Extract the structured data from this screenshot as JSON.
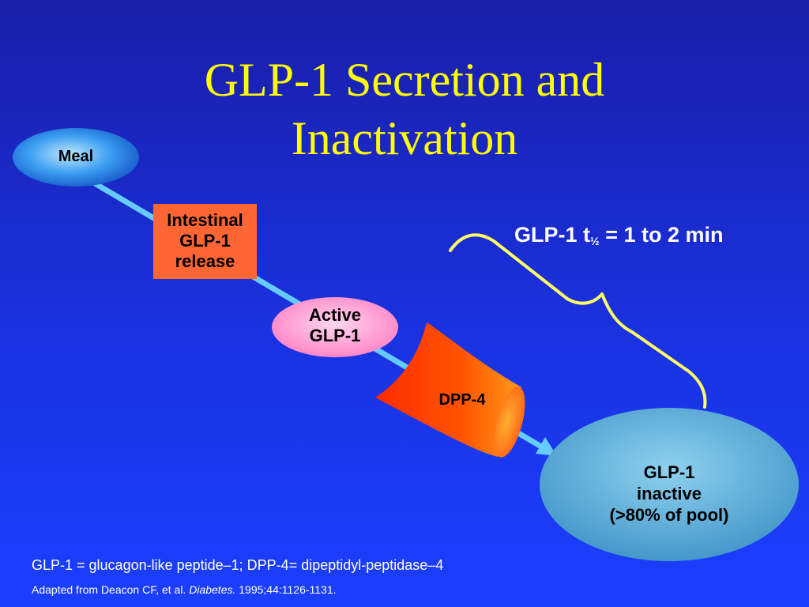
{
  "title": {
    "line1": "GLP-1 Secretion and",
    "line2": "Inactivation"
  },
  "nodes": {
    "meal": "Meal",
    "intestinal": [
      "Intestinal",
      "GLP-1",
      "release"
    ],
    "active": [
      "Active",
      "GLP-1"
    ],
    "dpp4": "DPP-4",
    "inactive": [
      "GLP-1",
      "inactive",
      "(>80% of pool)"
    ]
  },
  "halflife": {
    "prefix": "GLP-1 t",
    "subscript": "½",
    "suffix": " = 1 to 2 min"
  },
  "footnote": "GLP-1 = glucagon-like peptide–1; DPP-4= dipeptidyl-peptidase–4",
  "citation": {
    "before": "Adapted from Deacon CF, et al. ",
    "journal": "Diabetes.",
    "after": " 1995;44:1126-1131."
  },
  "colors": {
    "title": "#ffff00",
    "arrow": "#66ccff",
    "meal_node": "#3399ee",
    "intestinal_box": "#ff6633",
    "active_node": "#ff88cc",
    "dpp4_shape": "#ff3300",
    "inactive_node": "#4499cc",
    "brace": "#ffff66"
  }
}
